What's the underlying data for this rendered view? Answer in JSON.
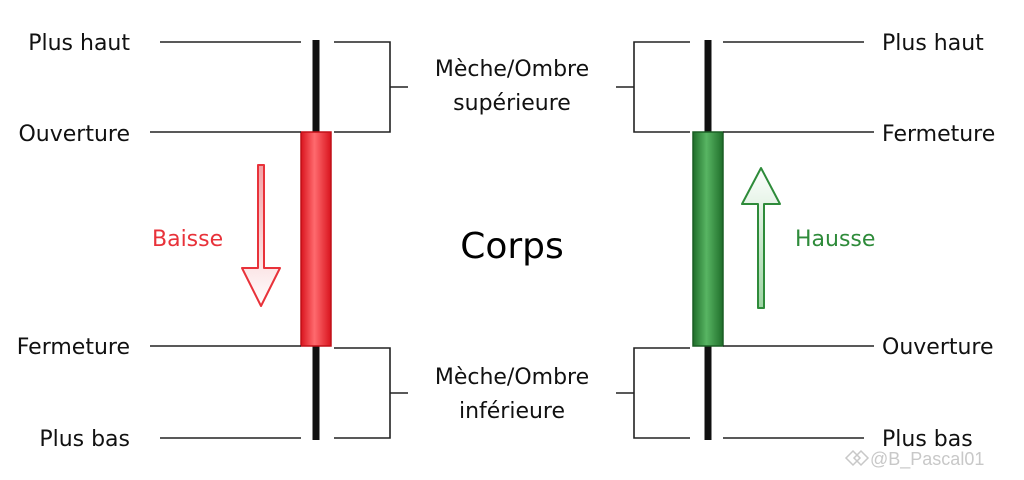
{
  "colors": {
    "bear": "#e8323a",
    "bull": "#2e8b3a",
    "wick": "#111111",
    "line": "#222222"
  },
  "bearish": {
    "high": "Plus haut",
    "open": "Ouverture",
    "close": "Fermeture",
    "low": "Plus bas",
    "trend": "Baisse",
    "arrow_icon": "arrow-down-icon"
  },
  "bullish": {
    "high": "Plus haut",
    "close": "Fermeture",
    "open": "Ouverture",
    "low": "Plus bas",
    "trend": "Hausse",
    "arrow_icon": "arrow-up-icon"
  },
  "center": {
    "upper_wick": [
      "Mèche/Ombre",
      "supérieure"
    ],
    "body": "Corps",
    "lower_wick": [
      "Mèche/Ombre",
      "inférieure"
    ]
  },
  "watermark": "@B_Pascal01",
  "watermark_icon": "diamond-logo-icon"
}
